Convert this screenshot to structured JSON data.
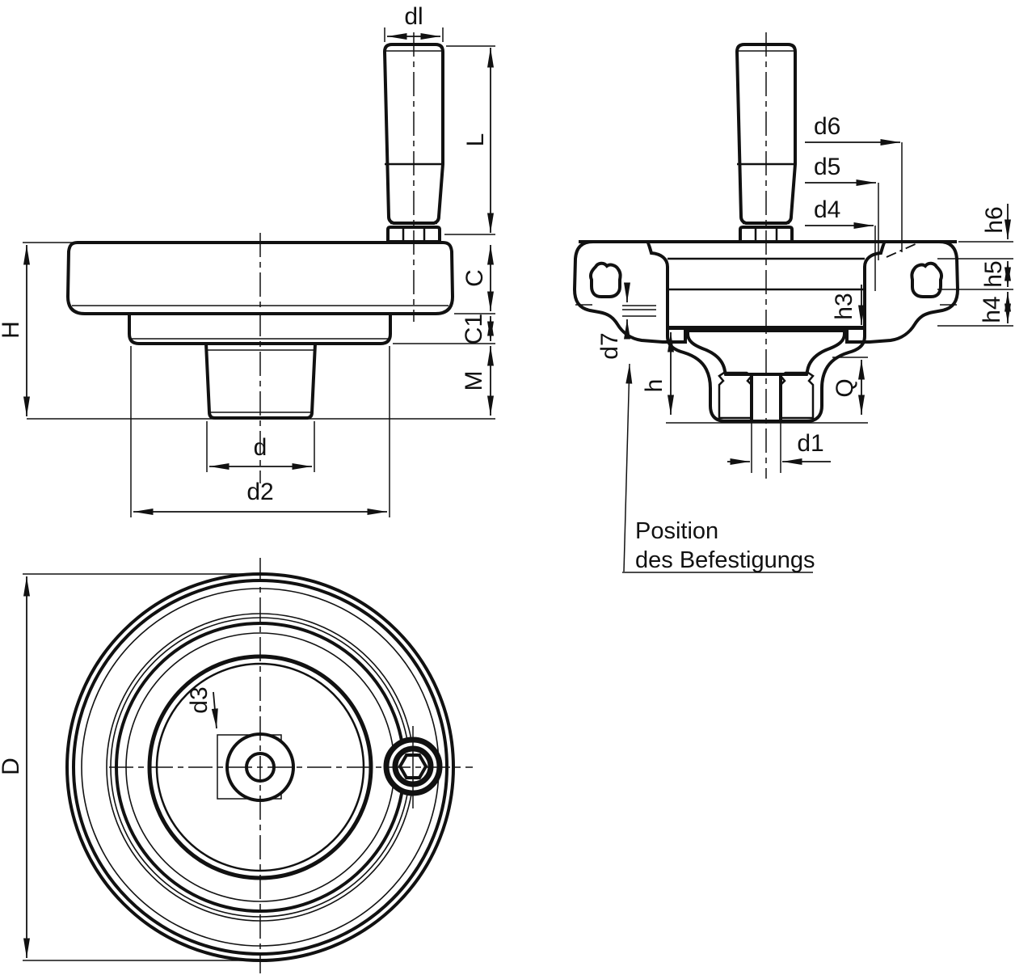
{
  "labels": {
    "dl": "dl",
    "L": "L",
    "C": "C",
    "C1": "C1",
    "M": "M",
    "H": "H",
    "d": "d",
    "d2": "d2",
    "D": "D",
    "d3": "d3",
    "d1": "d1",
    "d4": "d4",
    "d5": "d5",
    "d6": "d6",
    "d7": "d7",
    "h": "h",
    "h3": "h3",
    "h4": "h4",
    "h5": "h5",
    "h6": "h6",
    "Q": "Q"
  },
  "note": {
    "line1": "Position",
    "line2": "des Befestigungs"
  },
  "colors": {
    "background": "#ffffff",
    "line": "#111111",
    "rim_fill": "#f3efd3",
    "insert_fill": "#e9e3a9"
  }
}
